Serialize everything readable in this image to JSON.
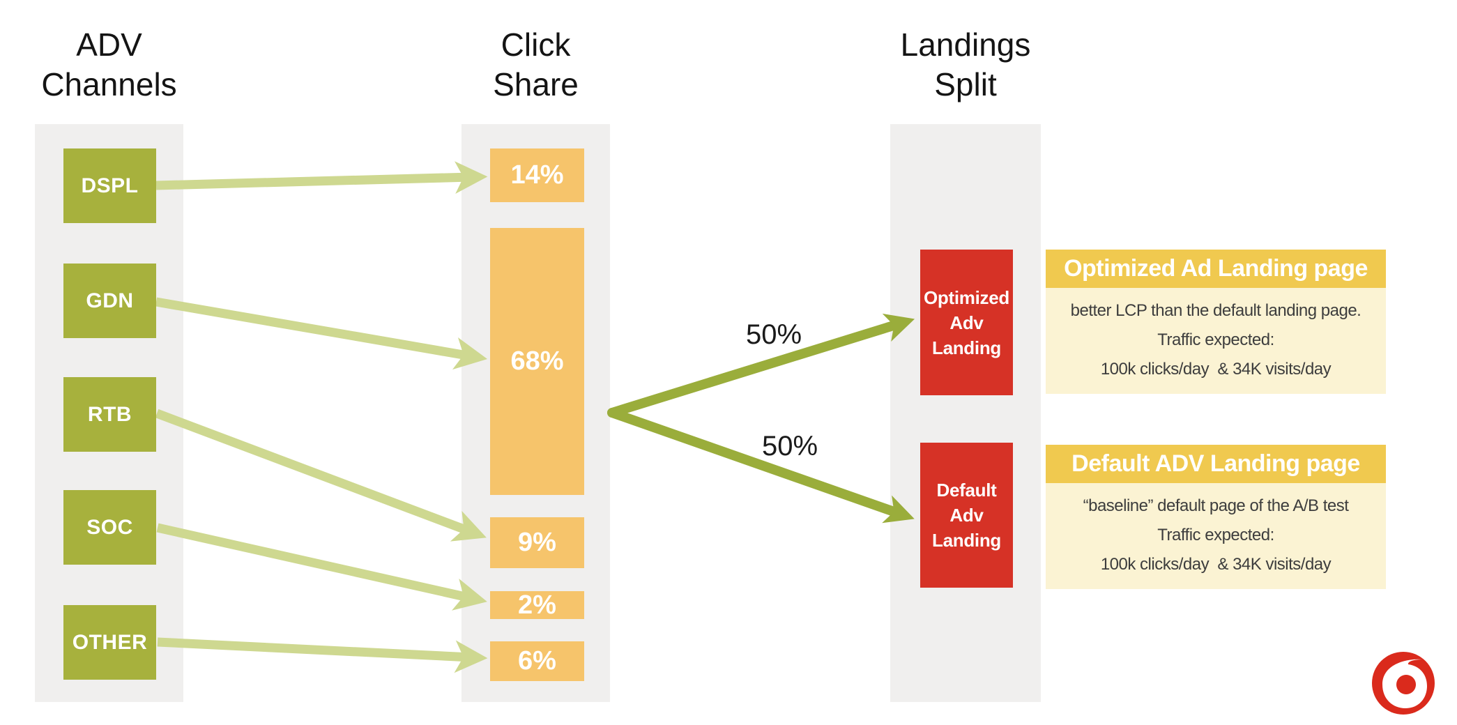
{
  "colors": {
    "panel_bg": "#f0efee",
    "channel_green": "#a7b13d",
    "arrow_light_green": "#ced890",
    "arrow_dark_green": "#9aad3b",
    "share_orange": "#f6c46b",
    "landing_red": "#d63226",
    "info_header_yellow": "#f0c94f",
    "info_body_yellow": "#fbf3d3",
    "info_text": "#3d3d3d",
    "logo_red": "#da2a1c"
  },
  "columns": {
    "adv": {
      "title_line1": "ADV",
      "title_line2": "Channels",
      "items": [
        "DSPL",
        "GDN",
        "RTB",
        "SOC",
        "OTHER"
      ]
    },
    "share": {
      "title_line1": "Click",
      "title_line2": "Share",
      "values": [
        "14%",
        "68%",
        "9%",
        "2%",
        "6%"
      ]
    },
    "landings": {
      "title_line1": "Landings",
      "title_line2": "Split",
      "boxes": [
        {
          "line1": "Optimized",
          "line2": "Adv",
          "line3": "Landing"
        },
        {
          "line1": "Default",
          "line2": "Adv",
          "line3": "Landing"
        }
      ]
    }
  },
  "flows": {
    "channel_to_share": [
      {
        "from": "DSPL",
        "to": "14%"
      },
      {
        "from": "GDN",
        "to": "68%"
      },
      {
        "from": "RTB",
        "to": "9%"
      },
      {
        "from": "SOC",
        "to": "2%"
      },
      {
        "from": "OTHER",
        "to": "6%"
      }
    ],
    "share_to_landing": [
      {
        "label": "50%",
        "to": "Optimized Adv Landing"
      },
      {
        "label": "50%",
        "to": "Default Adv Landing"
      }
    ]
  },
  "split": {
    "top_label": "50%",
    "bottom_label": "50%"
  },
  "info_boxes": [
    {
      "header": "Optimized Ad Landing page",
      "line1": "better LCP than the default landing page.",
      "line2": "Traffic expected:",
      "line3": "100k clicks/day  & 34K visits/day"
    },
    {
      "header": "Default ADV Landing page",
      "line1": "“baseline” default page of the A/B test",
      "line2": "Traffic expected:",
      "line3": "100k clicks/day  & 34K visits/day"
    }
  ],
  "logo": {
    "icon": "vodafone-speechmark"
  }
}
